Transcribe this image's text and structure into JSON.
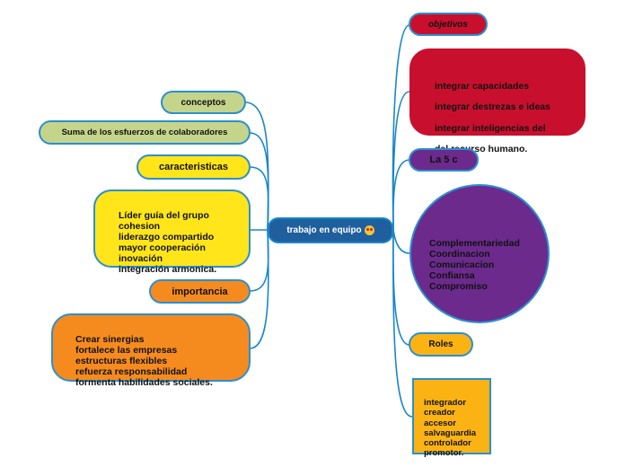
{
  "center": {
    "label": "trabajo en equipo"
  },
  "left": {
    "conceptos": "conceptos",
    "suma": "Suma de los esfuerzos de colaboradores",
    "caracteristicas": "caracteristicas",
    "caract_list": "Líder guía del grupo\ncohesion\nliderazgo compartido\nmayor cooperación\ninovación\nintegración armonica.",
    "importancia": "importancia",
    "import_list": "Crear sinergias\nfortalece las empresas\nestructuras flexibles\nrefuerza  responsabilidad\nformenta habilidades sociales."
  },
  "right": {
    "objetivos": "objetivos",
    "obj_list": "integrar capacidades\nintegrar destrezas e ideas\nintegrar inteligencias del\ndel recurso humano.",
    "cinco_c": "La 5 c",
    "cinco_list": "Complementariedad\nCoordinacion\nComunicacion\nConfiansa\nCompromiso",
    "roles": "Roles",
    "roles_list": "integrador\ncreador\naccesor\nsalvaguardia\ncontrolador\npromotor."
  },
  "colors": {
    "link": "#1a86c9",
    "center": "#1f5f9e",
    "green": "#c5d48b",
    "yellow": "#ffe51a",
    "orange": "#f58b1f",
    "red": "#c8102e",
    "purple": "#6b2a8c",
    "amber": "#fbb314"
  }
}
